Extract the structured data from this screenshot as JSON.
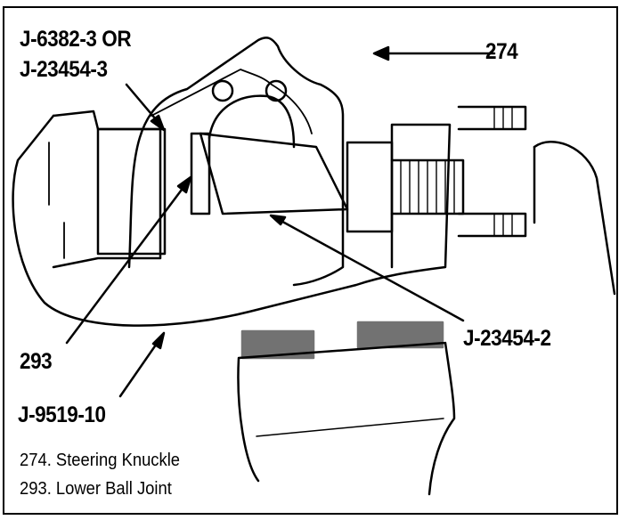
{
  "labels": {
    "tool_a": "J-6382-3 OR",
    "tool_b": "J-23454-3",
    "part_274": "274",
    "part_293": "293",
    "tool_c": "J-23454-2",
    "tool_d": "J-9519-10"
  },
  "legend": [
    {
      "text": "274.  Steering Knuckle"
    },
    {
      "text": "293.  Lower Ball Joint"
    }
  ]
}
